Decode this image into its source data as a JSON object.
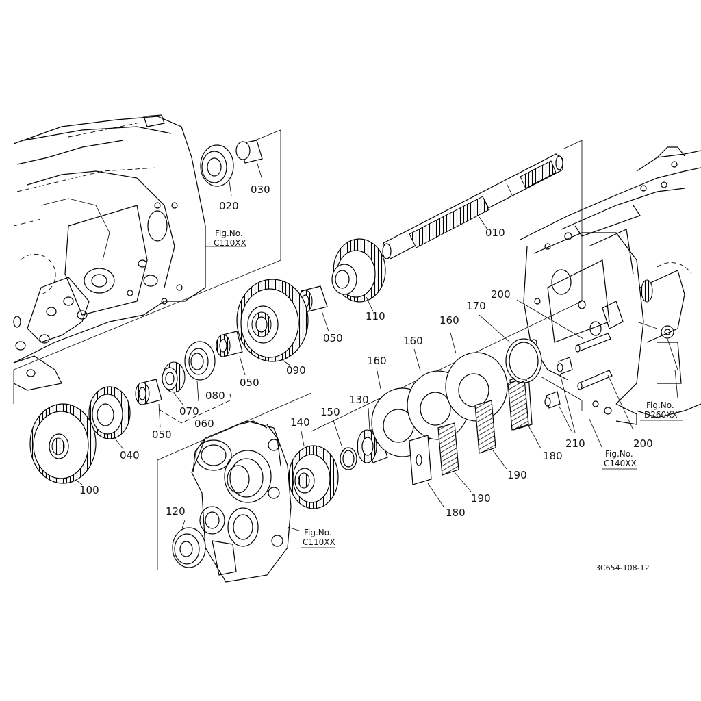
{
  "parts": {
    "p010": "010",
    "p020": "020",
    "p030": "030",
    "p040": "040",
    "p050a": "050",
    "p050b": "050",
    "p050c": "050",
    "p060": "060",
    "p070": "070",
    "p080": "080",
    "p090": "090",
    "p100": "100",
    "p110": "110",
    "p120": "120",
    "p130": "130",
    "p140": "140",
    "p150": "150",
    "p160a": "160",
    "p160b": "160",
    "p160c": "160",
    "p170": "170",
    "p180a": "180",
    "p180b": "180",
    "p190a": "190",
    "p190b": "190",
    "p200a": "200",
    "p200b": "200",
    "p210": "210"
  },
  "figrefs": {
    "fig_prefix": "Fig.No.",
    "c110_top": "C110XX",
    "c110_bottom": "C110XX",
    "c140": "C140XX",
    "d260": "D260XX"
  },
  "diagram_code": "3C654-108-12"
}
